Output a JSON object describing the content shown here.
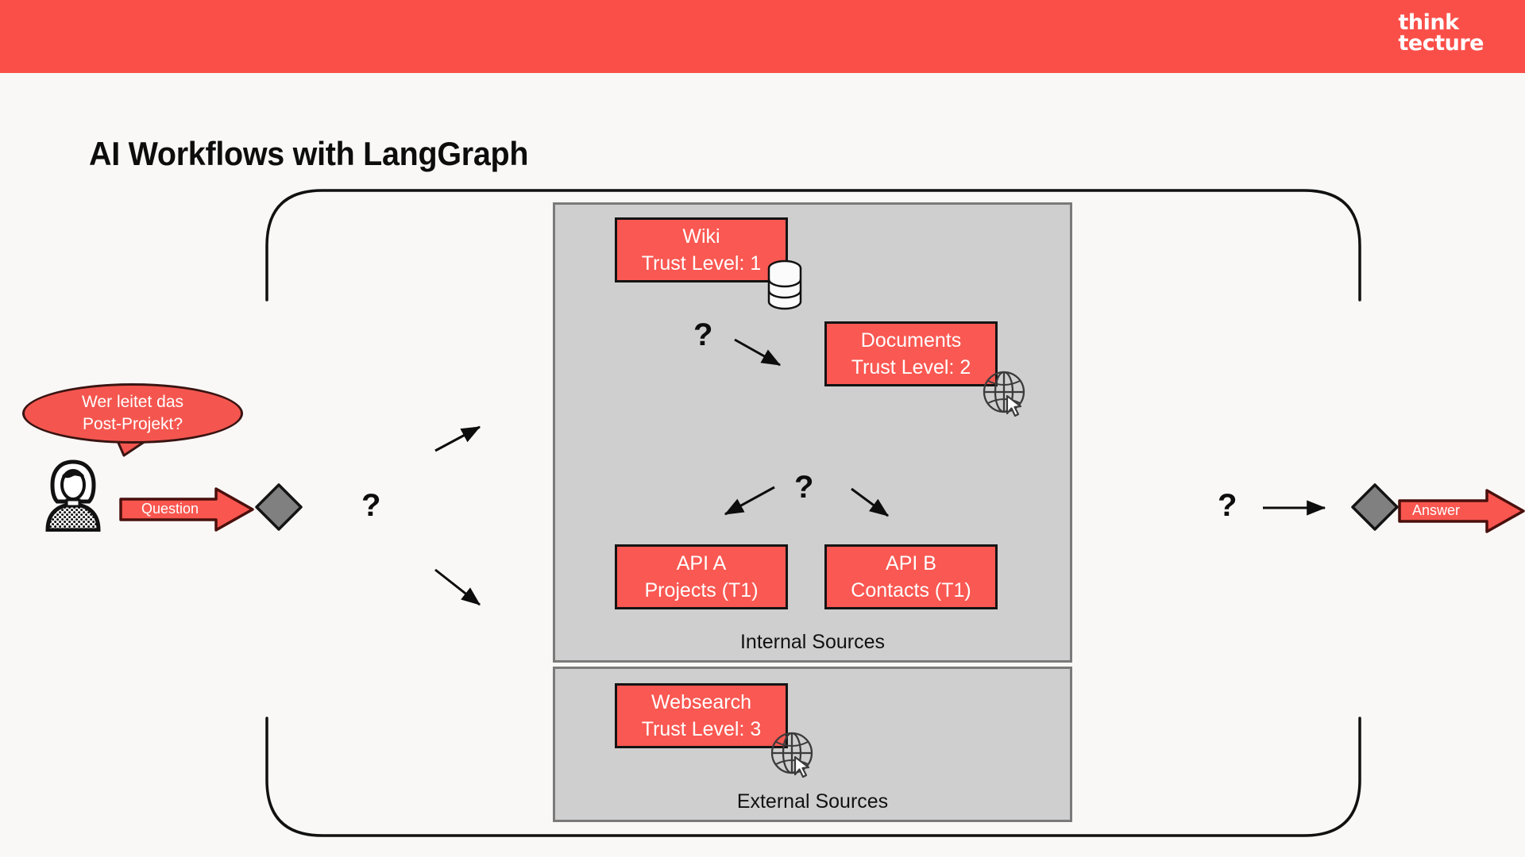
{
  "brand": {
    "logo_line1": "think",
    "logo_line2": "tecture",
    "bar_color": "#fa4f49"
  },
  "slide": {
    "title": "AI Workflows with LangGraph",
    "background_color": "#f9f8f6"
  },
  "user": {
    "bubble_text": "Wer leitet das\nPost-Projekt?",
    "avatar_icon": "person-icon"
  },
  "flow": {
    "question_arrow_label": "Question",
    "answer_arrow_label": "Answer",
    "left_decision_icon": "diamond-icon",
    "right_decision_icon": "diamond-icon",
    "question_mark": "?"
  },
  "groups": [
    {
      "id": "internal",
      "label": "Internal Sources",
      "fill": "#cfcfcf",
      "border": "#7a7a7a"
    },
    {
      "id": "external",
      "label": "External Sources",
      "fill": "#cfcfcf",
      "border": "#7a7a7a"
    }
  ],
  "nodes": [
    {
      "id": "wiki",
      "title": "Wiki",
      "subtitle": "Trust Level: 1",
      "text": "Wiki\nTrust Level: 1",
      "trust_level": 1,
      "icon": "database-icon",
      "group": "internal",
      "color": "#fa5852"
    },
    {
      "id": "documents",
      "title": "Documents",
      "subtitle": "Trust Level: 2",
      "text": "Documents\nTrust Level: 2",
      "trust_level": 2,
      "icon": "globe-cursor-icon",
      "group": "internal",
      "color": "#fa5852"
    },
    {
      "id": "api-a",
      "title": "API A",
      "subtitle": "Projects (T1)",
      "text": "API A\nProjects (T1)",
      "trust_level": 1,
      "icon": null,
      "group": "internal",
      "color": "#fa5852"
    },
    {
      "id": "api-b",
      "title": "API B",
      "subtitle": "Contacts (T1)",
      "text": "API B\nContacts (T1)",
      "trust_level": 1,
      "icon": null,
      "group": "internal",
      "color": "#fa5852"
    },
    {
      "id": "websearch",
      "title": "Websearch",
      "subtitle": "Trust Level: 3",
      "text": "Websearch\nTrust Level: 3",
      "trust_level": 3,
      "icon": "globe-cursor-icon",
      "group": "external",
      "color": "#fa5852"
    }
  ]
}
